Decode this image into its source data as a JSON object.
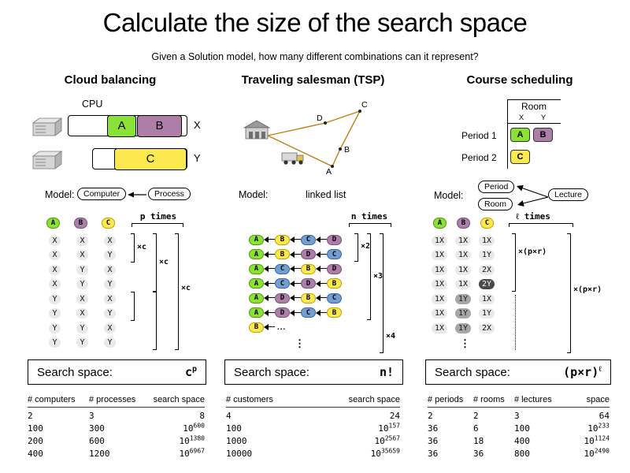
{
  "title": "Calculate the size of the search space",
  "subtitle": "Given a Solution model, how many different combinations can it represent?",
  "ellipsis": "⋮",
  "colors": {
    "green": "#8ae234",
    "green_border": "#4e9a06",
    "purple": "#ad7fa8",
    "purple_border": "#75507b",
    "yellow": "#fce94f",
    "yellow_border": "#c4a000",
    "blue": "#729fcf",
    "blue_border": "#3465a4",
    "map_line": "#c17d11"
  },
  "cloud": {
    "header": "Cloud balancing",
    "cpu_label": "CPU",
    "servers": [
      {
        "blocks": [
          {
            "label": "A",
            "color": "green"
          },
          {
            "label": "B",
            "color": "purple"
          }
        ],
        "row_label": "X"
      },
      {
        "blocks": [
          {
            "label": "C",
            "color": "yellow"
          }
        ],
        "row_label": "Y"
      }
    ],
    "model_label": "Model:",
    "model_left": "Computer",
    "model_right": "Process",
    "grid_header": [
      {
        "label": "A",
        "color": "green"
      },
      {
        "label": "B",
        "color": "purple"
      },
      {
        "label": "C",
        "color": "yellow"
      }
    ],
    "grid_rows": [
      [
        "X",
        "X",
        "X"
      ],
      [
        "X",
        "X",
        "Y"
      ],
      [
        "X",
        "Y",
        "X"
      ],
      [
        "X",
        "Y",
        "Y"
      ],
      [
        "Y",
        "X",
        "X"
      ],
      [
        "Y",
        "X",
        "Y"
      ],
      [
        "Y",
        "Y",
        "X"
      ],
      [
        "Y",
        "Y",
        "Y"
      ]
    ],
    "times_label": "p times",
    "mult_label": "×c",
    "search_label": "Search space:",
    "formula_base": "c",
    "formula_exp": "p",
    "table": {
      "headers": [
        "# computers",
        "# processes",
        "search space"
      ],
      "rows": [
        [
          "2",
          "3",
          {
            "b": "8"
          }
        ],
        [
          "100",
          "300",
          {
            "b": "10",
            "e": "600"
          }
        ],
        [
          "200",
          "600",
          {
            "b": "10",
            "e": "1380"
          }
        ],
        [
          "400",
          "1200",
          {
            "b": "10",
            "e": "6967"
          }
        ]
      ]
    }
  },
  "tsp": {
    "header": "Traveling salesman (TSP)",
    "map_labels": [
      "A",
      "B",
      "C",
      "D"
    ],
    "model_label": "Model:",
    "model_value": "linked list",
    "times_label": "n times",
    "node_colors": {
      "A": "green",
      "B": "yellow",
      "C": "blue",
      "D": "purple"
    },
    "chains": [
      [
        "A",
        "B",
        "C",
        "D"
      ],
      [
        "A",
        "B",
        "D",
        "C"
      ],
      [
        "A",
        "C",
        "B",
        "D"
      ],
      [
        "A",
        "C",
        "D",
        "B"
      ],
      [
        "A",
        "D",
        "B",
        "C"
      ],
      [
        "A",
        "D",
        "C",
        "B"
      ]
    ],
    "partial_chain": {
      "node": "B",
      "ellipsis": "..."
    },
    "mult_labels": [
      "×2",
      "×3",
      "×4"
    ],
    "search_label": "Search space:",
    "formula_base": "n!",
    "table": {
      "headers": [
        "# customers",
        "search space"
      ],
      "rows": [
        [
          "4",
          {
            "b": "24"
          }
        ],
        [
          "100",
          {
            "b": "10",
            "e": "157"
          }
        ],
        [
          "1000",
          {
            "b": "10",
            "e": "2567"
          }
        ],
        [
          "10000",
          {
            "b": "10",
            "e": "35659"
          }
        ]
      ]
    }
  },
  "course": {
    "header": "Course scheduling",
    "room_label": "Room",
    "room_cols": [
      "X",
      "Y"
    ],
    "period_rows": [
      {
        "label": "Period 1",
        "cells": [
          {
            "label": "A",
            "color": "green"
          },
          {
            "label": "B",
            "color": "purple"
          }
        ]
      },
      {
        "label": "Period 2",
        "cells": [
          {
            "label": "C",
            "color": "yellow"
          }
        ]
      }
    ],
    "model_label": "Model:",
    "model_boxes": [
      "Period",
      "Room",
      "Lecture"
    ],
    "grid_header": [
      {
        "label": "A",
        "color": "green"
      },
      {
        "label": "B",
        "color": "purple"
      },
      {
        "label": "C",
        "color": "yellow"
      }
    ],
    "grid_rows": [
      [
        {
          "t": "1X"
        },
        {
          "t": "1X"
        },
        {
          "t": "1X"
        }
      ],
      [
        {
          "t": "1X"
        },
        {
          "t": "1X"
        },
        {
          "t": "1Y"
        }
      ],
      [
        {
          "t": "1X"
        },
        {
          "t": "1X"
        },
        {
          "t": "2X"
        }
      ],
      [
        {
          "t": "1X"
        },
        {
          "t": "1X"
        },
        {
          "t": "2Y",
          "v": "dark"
        }
      ],
      [
        {
          "t": "1X"
        },
        {
          "t": "1Y",
          "v": "mid"
        },
        {
          "t": "1X"
        }
      ],
      [
        {
          "t": "1X"
        },
        {
          "t": "1Y",
          "v": "mid"
        },
        {
          "t": "1Y"
        }
      ],
      [
        {
          "t": "1X"
        },
        {
          "t": "1Y",
          "v": "mid"
        },
        {
          "t": "2X"
        }
      ]
    ],
    "times_label": "ℓ times",
    "mult_label": "×(p×r)",
    "search_label": "Search space:",
    "formula_base": "(p×r)",
    "formula_exp": "ℓ",
    "table": {
      "headers": [
        "# periods",
        "# rooms",
        "# lectures",
        "space"
      ],
      "rows": [
        [
          "2",
          "2",
          "3",
          {
            "b": "64"
          }
        ],
        [
          "36",
          "6",
          "100",
          {
            "b": "10",
            "e": "233"
          }
        ],
        [
          "36",
          "18",
          "400",
          {
            "b": "10",
            "e": "1124"
          }
        ],
        [
          "36",
          "36",
          "800",
          {
            "b": "10",
            "e": "2490"
          }
        ]
      ]
    }
  }
}
